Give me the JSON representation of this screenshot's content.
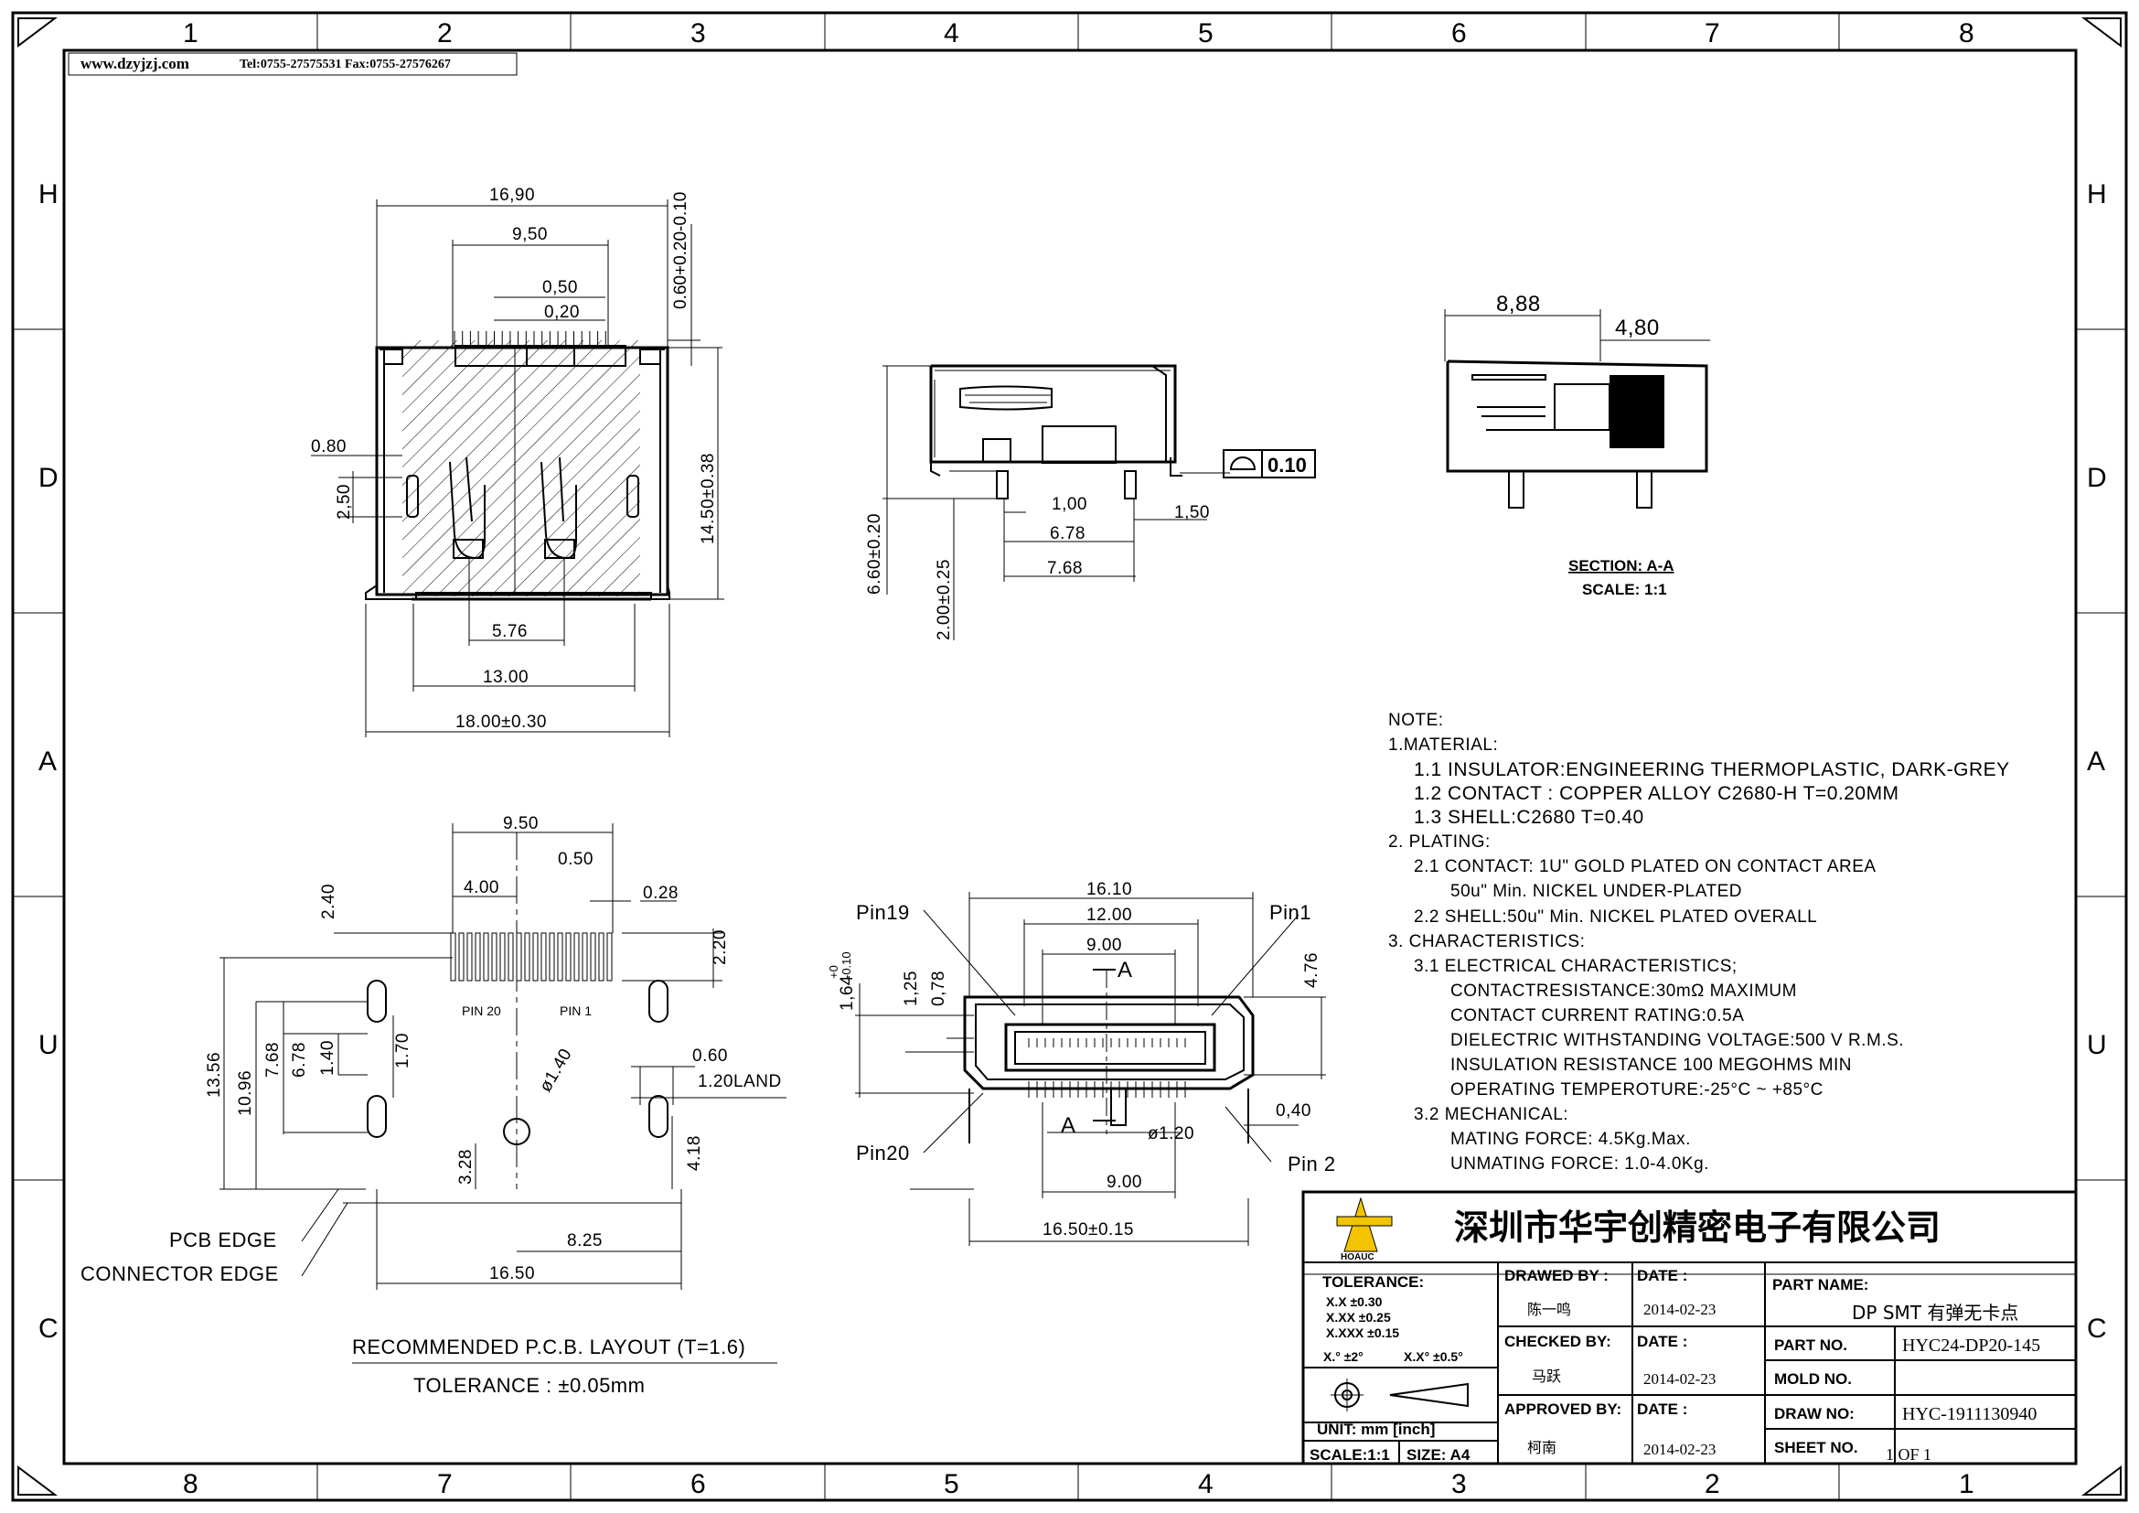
{
  "header": {
    "website": "www.dzyjzj.com",
    "contact": "Tel:0755-27575531 Fax:0755-27576267"
  },
  "border": {
    "top_numbers": [
      "1",
      "2",
      "3",
      "4",
      "5",
      "6",
      "7",
      "8"
    ],
    "bottom_numbers": [
      "8",
      "7",
      "6",
      "5",
      "4",
      "3",
      "2",
      "1"
    ],
    "left_letters": [
      "H",
      "D",
      "A",
      "U",
      "C"
    ],
    "right_letters": [
      "H",
      "D",
      "A",
      "U",
      "C"
    ]
  },
  "views": {
    "top": {
      "dims": [
        "16,90",
        "9,50",
        "0,50",
        "0,20",
        "0.60+0.20-0.10",
        "14.50±0.38",
        "0.80",
        "2,50",
        "5.76",
        "13.00",
        "18.00±0.30"
      ]
    },
    "side": {
      "dims": [
        "6.60±0.20",
        "2.00±0.25",
        "1,00",
        "6.78",
        "7.68",
        "1,50"
      ],
      "flatness": "0.10"
    },
    "section": {
      "dims": [
        "8,88",
        "4,80"
      ],
      "title": "SECTION: A-A",
      "scale": "SCALE: 1:1"
    },
    "pcb": {
      "dims": [
        "9.50",
        "0.50",
        "4.00",
        "0.28",
        "2.40",
        "2.20",
        "13.56",
        "10.96",
        "7.68",
        "6.78",
        "1.40",
        "1.70",
        "ø1.40",
        "0.60",
        "1.20LAND",
        "3.28",
        "4.18",
        "8.25",
        "16.50"
      ],
      "pin_labels": [
        "PIN 20",
        "PIN 1"
      ],
      "edges": [
        "PCB EDGE",
        "CONNECTOR EDGE"
      ],
      "title": "RECOMMENDED P.C.B. LAYOUT (T=1.6)",
      "tolerance": "TOLERANCE : ±0.05mm"
    },
    "front": {
      "dims": [
        "16.10",
        "12.00",
        "9.00",
        "4.76",
        "1,64",
        "+0",
        "-0.10",
        "1,25",
        "0,78",
        "0,40",
        "ø1.20",
        "9.00",
        "16.50±0.15"
      ],
      "pins": [
        "Pin19",
        "Pin1",
        "Pin20",
        "Pin 2"
      ],
      "section_marks": [
        "A",
        "A"
      ]
    }
  },
  "notes": [
    "NOTE:",
    "1.MATERIAL:",
    "1.1 INSULATOR:ENGINEERING THERMOPLASTIC, DARK-GREY",
    "1.2 CONTACT : COPPER ALLOY C2680-H T=0.20MM",
    "1.3 SHELL:C2680 T=0.40",
    "2. PLATING:",
    "2.1 CONTACT: 1U\" GOLD PLATED ON CONTACT AREA",
    "50u\" Min. NICKEL UNDER-PLATED",
    "2.2 SHELL:50u\" Min. NICKEL PLATED OVERALL",
    "3. CHARACTERISTICS:",
    "3.1 ELECTRICAL CHARACTERISTICS;",
    "CONTACTRESISTANCE:30mΩ MAXIMUM",
    "CONTACT CURRENT RATING:0.5A",
    "DIELECTRIC WITHSTANDING VOLTAGE:500 V R.M.S.",
    "INSULATION RESISTANCE 100 MEGOHMS MIN",
    "OPERATING TEMPEROTURE:-25°C ~ +85°C",
    "3.2 MECHANICAL:",
    "MATING FORCE: 4.5Kg.Max.",
    "UNMATING FORCE: 1.0-4.0Kg."
  ],
  "title_block": {
    "logo_text": "HOAUC",
    "company": "深圳市华宇创精密电子有限公司",
    "tolerance_label": "TOLERANCE:",
    "tolerances": [
      "X.X ±0.30",
      "X.XX ±0.25",
      "X.XXX ±0.15"
    ],
    "angle_tols": [
      "X.° ±2°",
      "X.X° ±0.5°"
    ],
    "unit": "UNIT: mm [inch]",
    "scale": "SCALE:1:1",
    "size": "SIZE: A4",
    "drawn_by_label": "DRAWED BY :",
    "drawn_by": "陈一鸣",
    "checked_by_label": "CHECKED BY:",
    "checked_by": "马跃",
    "approved_by_label": "APPROVED BY:",
    "approved_by": "柯南",
    "date_label": "DATE :",
    "dates": [
      "2014-02-23",
      "2014-02-23",
      "2014-02-23"
    ],
    "part_name_label": "PART NAME:",
    "part_name": "DP SMT 有弹无卡点",
    "part_no_label": "PART NO.",
    "part_no": "HYC24-DP20-145",
    "mold_no_label": "MOLD NO.",
    "mold_no": "",
    "draw_no_label": "DRAW NO:",
    "draw_no": "HYC-1911130940",
    "sheet_no_label": "SHEET NO.",
    "sheet_no": "1 OF 1"
  }
}
